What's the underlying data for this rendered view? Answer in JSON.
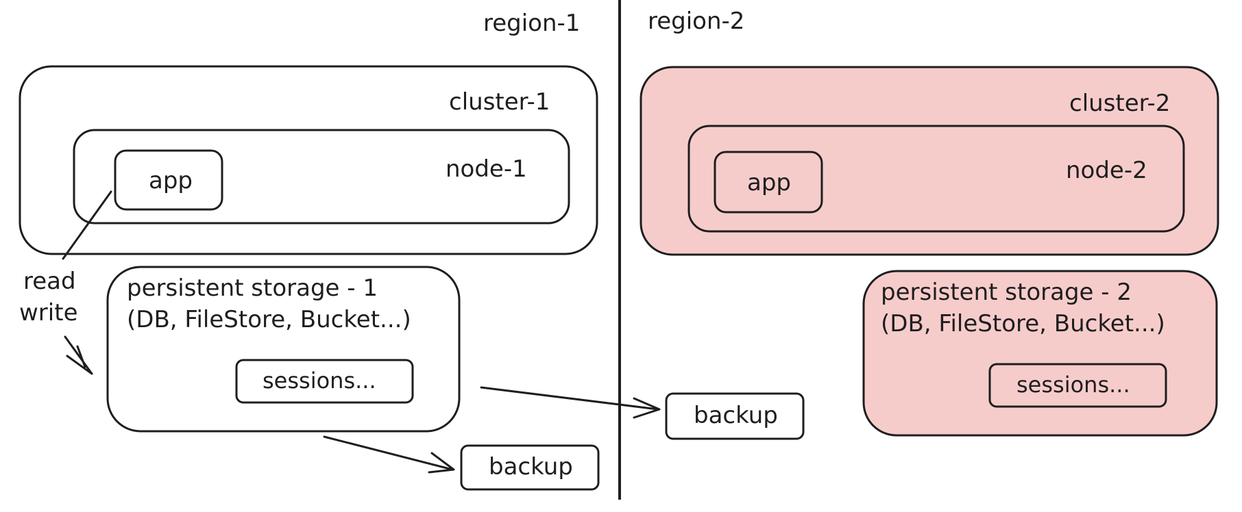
{
  "regions": {
    "left": "region-1",
    "right": "region-2"
  },
  "clusters": {
    "c1": "cluster-1",
    "c2": "cluster-2"
  },
  "nodes": {
    "n1": "node-1",
    "n2": "node-2"
  },
  "apps": {
    "a1": "app",
    "a2": "app"
  },
  "storage": {
    "s1": {
      "line1": "persistent storage - 1",
      "line2": "(DB, FileStore, Bucket...)",
      "sessions": "sessions..."
    },
    "s2": {
      "line1": "persistent storage - 2",
      "line2": "(DB, FileStore, Bucket...)",
      "sessions": "sessions..."
    }
  },
  "backups": {
    "b1": "backup",
    "b2": "backup"
  },
  "edge_labels": {
    "read": "read",
    "write": "write"
  },
  "colors": {
    "stroke": "#1e1e1e",
    "region2_fill": "#f6cccb"
  }
}
